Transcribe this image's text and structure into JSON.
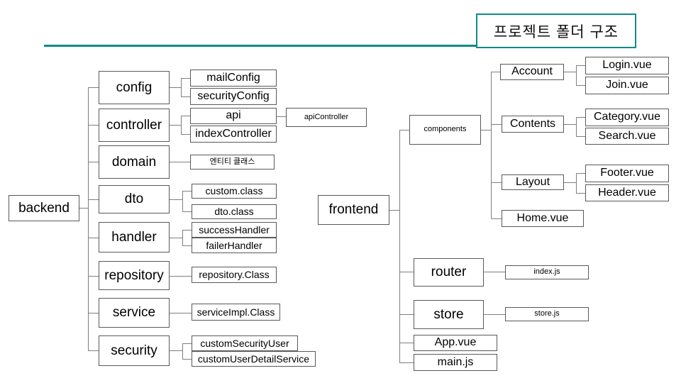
{
  "header": {
    "title": "프로젝트 폴더 구조",
    "accent_color": "#0D8A8C",
    "rule_color": "#0D8A8C"
  },
  "diagram": {
    "type": "tree",
    "line_color": "#7f7f7f",
    "box_border_color": "#595959",
    "roots": [
      {
        "label": "backend",
        "children": [
          {
            "label": "config",
            "children": [
              {
                "label": "mailConfig"
              },
              {
                "label": "securityConfig"
              }
            ]
          },
          {
            "label": "controller",
            "children": [
              {
                "label": "api",
                "children": [
                  {
                    "label": "apiController"
                  }
                ]
              },
              {
                "label": "indexController"
              }
            ]
          },
          {
            "label": "domain",
            "children": [
              {
                "label": "엔티티 클래스"
              }
            ]
          },
          {
            "label": "dto",
            "children": [
              {
                "label": "custom.class"
              },
              {
                "label": "dto.class"
              }
            ]
          },
          {
            "label": "handler",
            "children": [
              {
                "label": "successHandler"
              },
              {
                "label": "failerHandler"
              }
            ]
          },
          {
            "label": "repository",
            "children": [
              {
                "label": "repository.Class"
              }
            ]
          },
          {
            "label": "service",
            "children": [
              {
                "label": "serviceImpl.Class"
              }
            ]
          },
          {
            "label": "security",
            "children": [
              {
                "label": "customSecurityUser"
              },
              {
                "label": "customUserDetailService"
              }
            ]
          }
        ]
      },
      {
        "label": "frontend",
        "children": [
          {
            "label": "components",
            "children": [
              {
                "label": "Account",
                "children": [
                  {
                    "label": "Login.vue"
                  },
                  {
                    "label": "Join.vue"
                  }
                ]
              },
              {
                "label": "Contents",
                "children": [
                  {
                    "label": "Category.vue"
                  },
                  {
                    "label": "Search.vue"
                  }
                ]
              },
              {
                "label": "Layout",
                "children": [
                  {
                    "label": "Footer.vue"
                  },
                  {
                    "label": "Header.vue"
                  }
                ]
              },
              {
                "label": "Home.vue"
              }
            ]
          },
          {
            "label": "router",
            "children": [
              {
                "label": "index.js"
              }
            ]
          },
          {
            "label": "store",
            "children": [
              {
                "label": "store.js"
              }
            ]
          },
          {
            "label": "App.vue"
          },
          {
            "label": "main.js"
          }
        ]
      }
    ]
  },
  "nodes": {
    "backend": "backend",
    "config": "config",
    "mail_config": "mailConfig",
    "security_config": "securityConfig",
    "controller": "controller",
    "api": "api",
    "api_controller": "apiController",
    "index_controller": "indexController",
    "domain": "domain",
    "entity_class": "엔티티 클래스",
    "dto": "dto",
    "custom_class": "custom.class",
    "dto_class": "dto.class",
    "handler": "handler",
    "success_handler": "successHandler",
    "failer_handler": "failerHandler",
    "repository": "repository",
    "repository_class": "repository.Class",
    "service": "service",
    "service_impl_class": "serviceImpl.Class",
    "security": "security",
    "custom_security_user": "customSecurityUser",
    "custom_user_detail_service": "customUserDetailService",
    "frontend": "frontend",
    "components": "components",
    "account": "Account",
    "login_vue": "Login.vue",
    "join_vue": "Join.vue",
    "contents": "Contents",
    "category_vue": "Category.vue",
    "search_vue": "Search.vue",
    "layout": "Layout",
    "footer_vue": "Footer.vue",
    "header_vue": "Header.vue",
    "home_vue": "Home.vue",
    "router": "router",
    "index_js": "index.js",
    "store": "store",
    "store_js": "store.js",
    "app_vue": "App.vue",
    "main_js": "main.js"
  }
}
